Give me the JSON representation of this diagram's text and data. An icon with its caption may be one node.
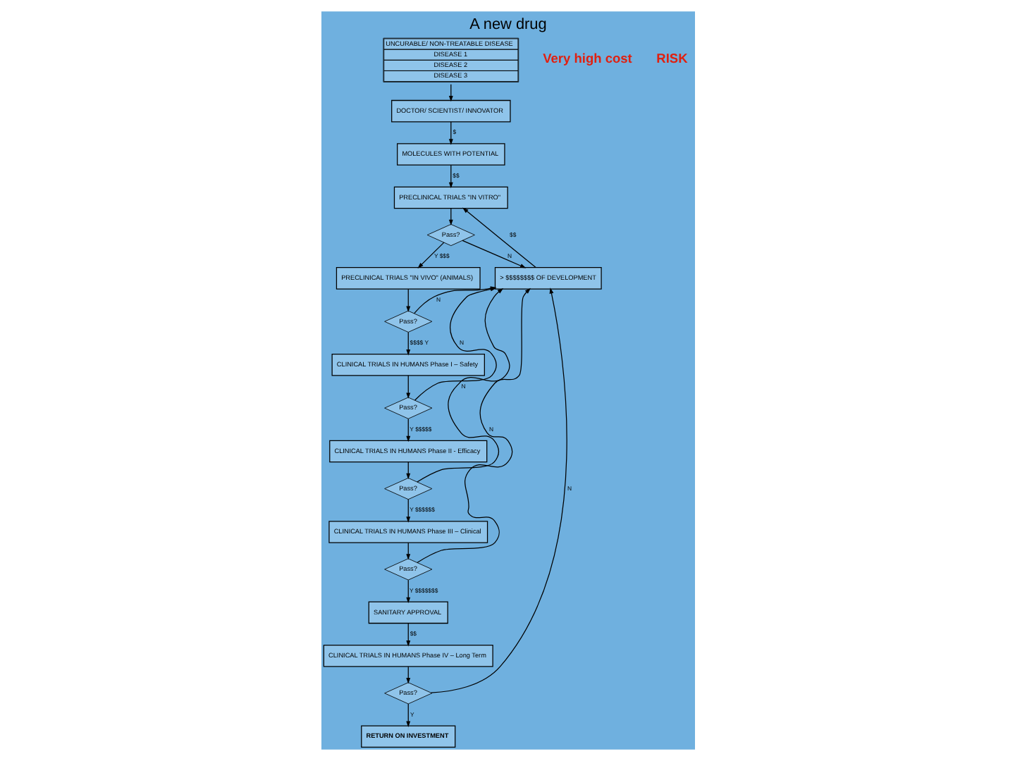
{
  "diagram": {
    "title": "A new drug",
    "nodes": [
      {
        "text": [
          "UNCURABLE/ NON-TREATABLE DISEASE",
          "DISEASE 1",
          "DISEASE 2",
          "DISEASE 3"
        ]
      },
      {
        "text": [
          "DOCTOR/ SCIENTIST/ INNOVATOR"
        ]
      },
      {
        "text": [
          "MOLECULES WITH POTENTIAL"
        ]
      },
      {
        "text": [
          "PRECLINICAL TRIALS \"IN VITRO\""
        ]
      },
      {
        "text": [
          "Pass?"
        ]
      },
      {
        "text": [
          "PRECLINICAL TRIALS \"IN VIVO\" (ANIMALS)"
        ]
      },
      {
        "text": [
          "Pass?"
        ]
      },
      {
        "text": [
          "CLINICAL TRIALS IN HUMANS Phase I – Safety"
        ]
      },
      {
        "text": [
          "Pass?"
        ]
      },
      {
        "text": [
          "> $$$$$$$$ OF DEVELOPMENT"
        ]
      },
      {
        "text": [
          "CLINICAL TRIALS IN HUMANS Phase II - Efficacy"
        ]
      },
      {
        "text": [
          "Pass?"
        ]
      },
      {
        "text": [
          "CLINICAL TRIALS IN HUMANS Phase III – Clinical"
        ]
      },
      {
        "text": [
          "Pass?"
        ]
      },
      {
        "text": [
          "SANITARY APPROVAL"
        ]
      },
      {
        "text": [
          "CLINICAL TRIALS IN HUMANS Phase IV – Long Term"
        ]
      },
      {
        "text": [
          "Pass?"
        ]
      },
      {
        "text": [
          "RETURN ON INVESTMENT"
        ]
      }
    ],
    "edges": [
      {
        "from": 0,
        "to": 1,
        "arrow": "to"
      },
      {
        "from": 1,
        "to": 2,
        "arrow": "to",
        "label": "$"
      },
      {
        "from": 2,
        "to": 3,
        "arrow": "to",
        "label": "$$"
      },
      {
        "from": 3,
        "to": 4,
        "arrow": "to"
      },
      {
        "from": 4,
        "to": 5,
        "arrow": "to",
        "label": "Y $$$"
      },
      {
        "from": 4,
        "to": 9,
        "arrow": "to",
        "label": "N"
      },
      {
        "from": 9,
        "to": 3,
        "arrow": "to",
        "label": "$$"
      },
      {
        "from": 5,
        "to": 6,
        "arrow": "to"
      },
      {
        "from": 6,
        "to": 7,
        "arrow": "to",
        "label": "$$$$ Y"
      },
      {
        "from": 6,
        "to": 9,
        "arrow": "to",
        "label": "N"
      },
      {
        "from": 7,
        "to": 8,
        "arrow": "to"
      },
      {
        "from": 8,
        "to": 9,
        "arrow": "to",
        "label": "N"
      },
      {
        "from": 8,
        "to": 10,
        "arrow": "to",
        "label": "Y $$$$$"
      },
      {
        "from": 10,
        "to": 11,
        "arrow": "to"
      },
      {
        "from": 11,
        "to": 12,
        "arrow": "to",
        "label": "Y $$$$$$"
      },
      {
        "from": 11,
        "to": 9,
        "arrow": "to",
        "label": "N"
      },
      {
        "from": 12,
        "to": 13,
        "arrow": "to"
      },
      {
        "from": 13,
        "to": 14,
        "arrow": "to",
        "label": "Y $$$$$$$"
      },
      {
        "from": 13,
        "to": 9,
        "arrow": "to",
        "label": "N"
      },
      {
        "from": 14,
        "to": 15,
        "arrow": "to",
        "label": "$$"
      },
      {
        "from": 15,
        "to": 16,
        "arrow": "to"
      },
      {
        "from": 16,
        "to": 17,
        "arrow": "to",
        "label": "Y"
      },
      {
        "from": 16,
        "to": 9,
        "arrow": "to",
        "label": "N"
      }
    ],
    "labels": [
      "Very high cost",
      "RISK"
    ]
  }
}
